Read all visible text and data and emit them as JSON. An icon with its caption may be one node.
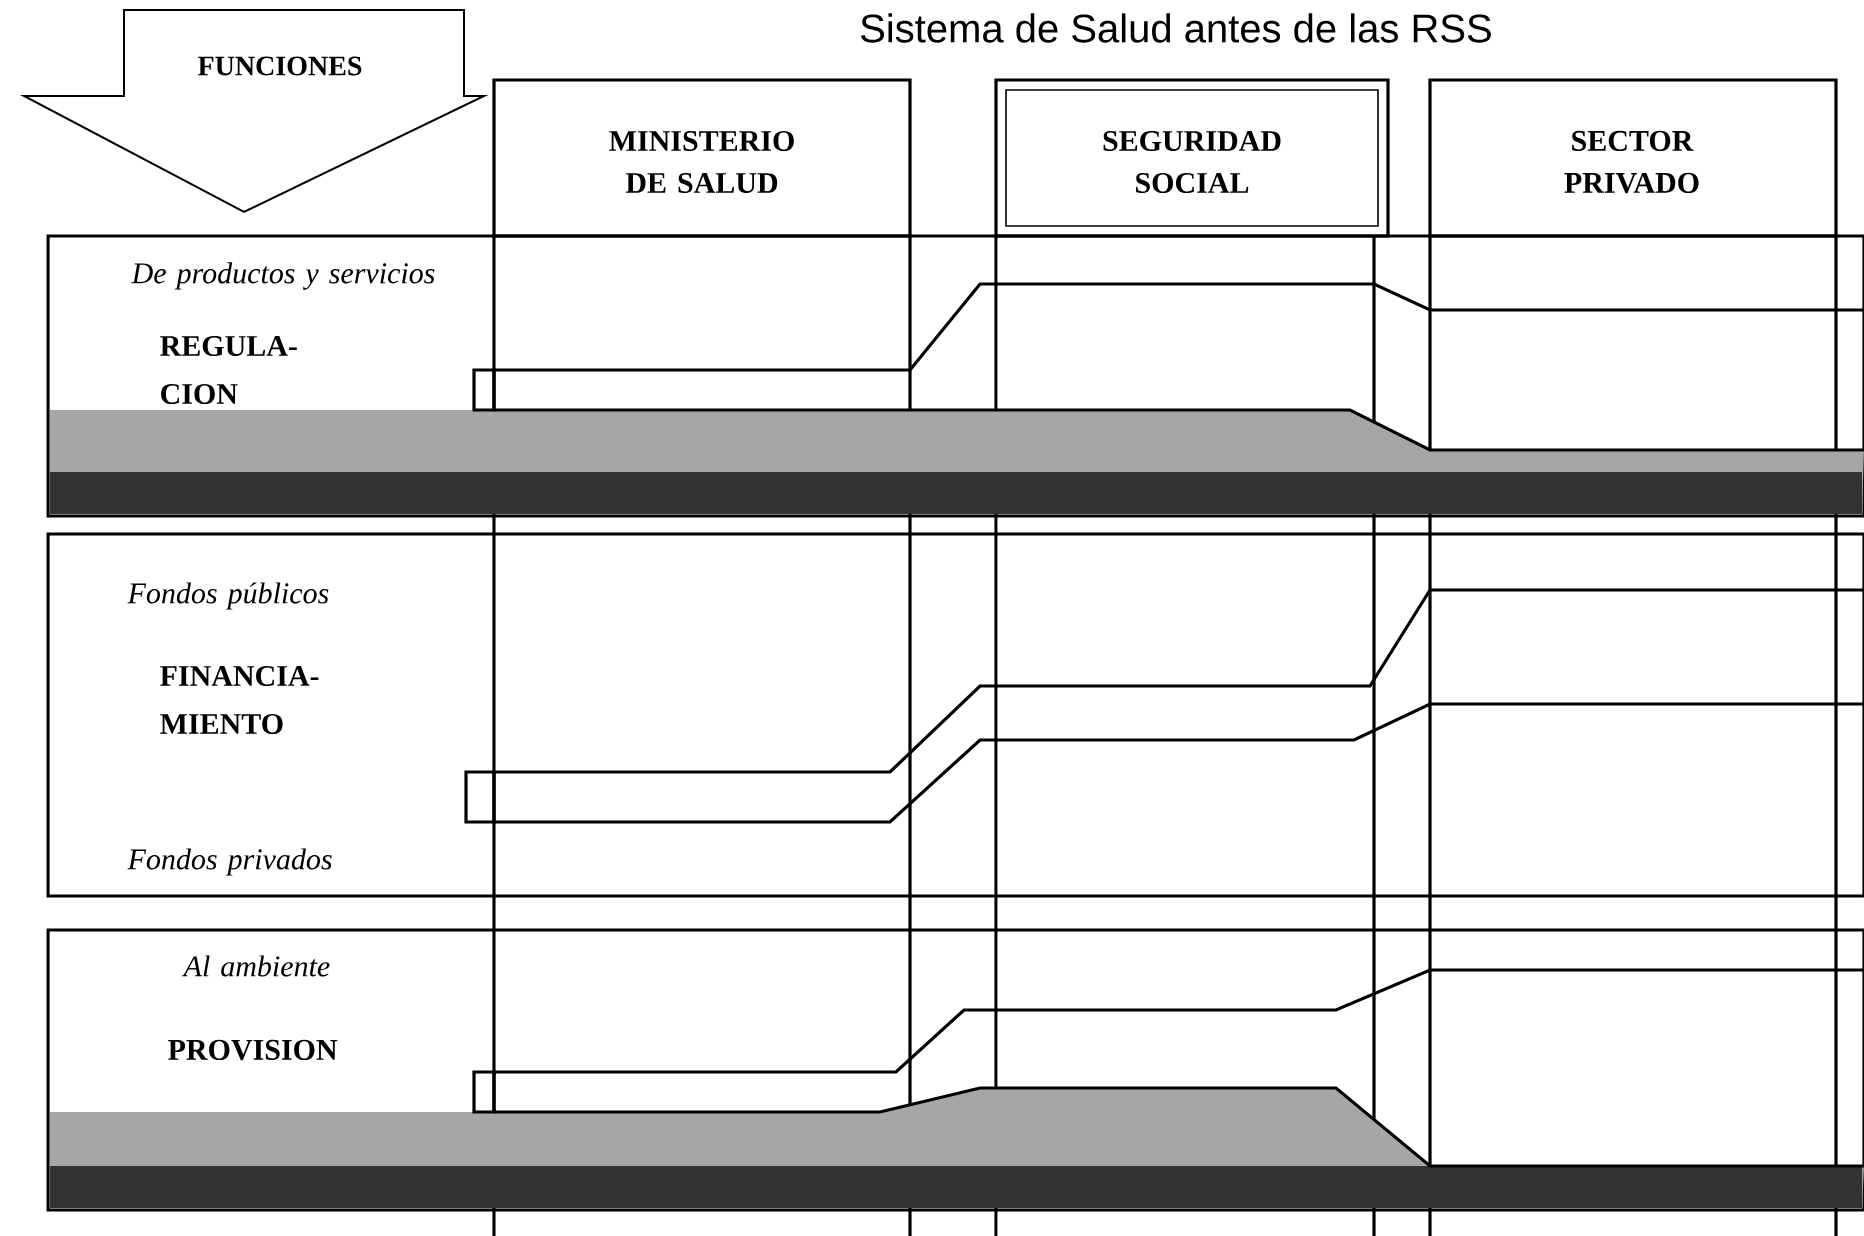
{
  "diagram": {
    "title": "Sistema de Salud antes de las RSS",
    "nodes": [
      {
        "text": [
          "FUNCIONES"
        ]
      },
      {
        "text": [
          "MINISTERIO DE SALUD"
        ]
      },
      {
        "text": [
          "SEGURIDAD SOCIAL"
        ]
      },
      {
        "text": [
          "SECTOR PRIVADO"
        ]
      },
      {
        "text": [
          "De productos y servicios",
          "REGULA- CION"
        ]
      },
      {
        "text": [
          "Fondos públicos",
          "FINANCIA- MIENTO",
          "Fondos privados"
        ]
      },
      {
        "text": [
          "Al ambiente",
          "PROVISION"
        ]
      }
    ]
  }
}
